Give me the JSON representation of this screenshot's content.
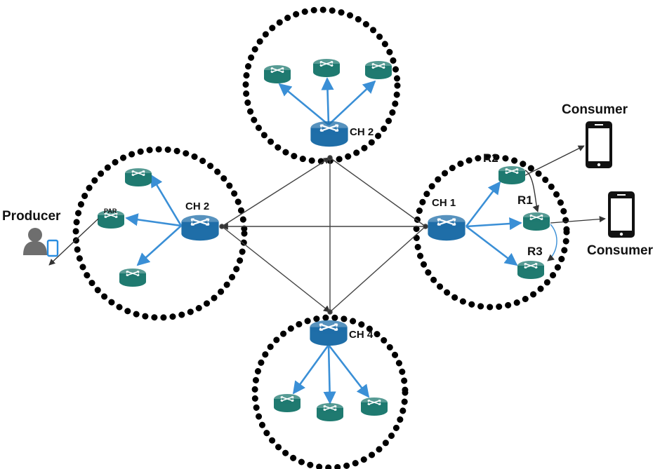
{
  "labels": {
    "ch_left": "CH 2",
    "ch_top": "CH 2",
    "ch_right": "CH 1",
    "ch_bottom": "CH 4",
    "producer": "Producer",
    "consumer_top": "Consumer",
    "consumer_bottom": "Consumer",
    "r1": "R1",
    "r2": "R2",
    "r3": "R3",
    "par": "PAR"
  },
  "colors": {
    "cluster_boundary": "#000000",
    "cluster_head": "#1f6ea8",
    "member_router": "#1f7a70",
    "intra_link": "#3a8fd6",
    "backbone_link": "#444444",
    "device": "#111111"
  },
  "icons": {
    "router": "router-icon",
    "producer": "user-icon",
    "producer_device": "tablet-icon",
    "consumer": "smartphone-icon"
  }
}
